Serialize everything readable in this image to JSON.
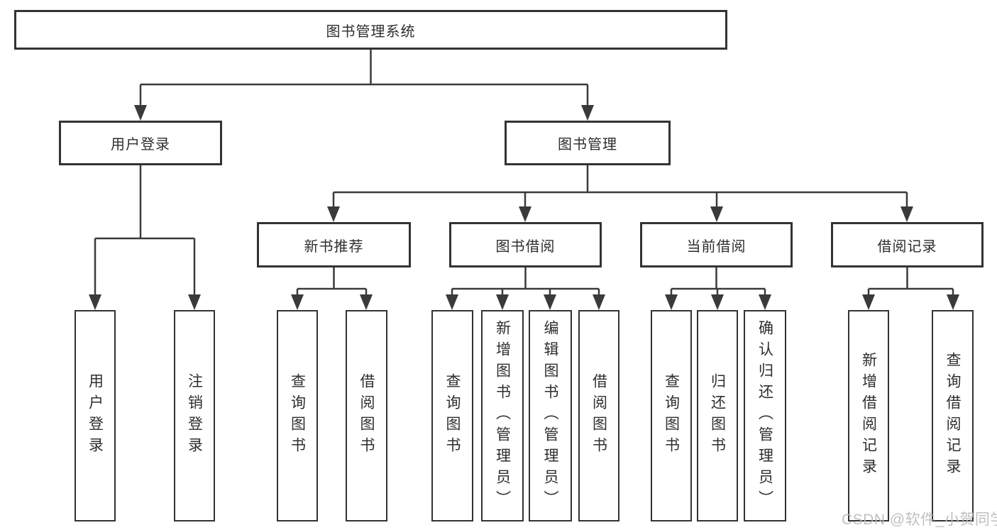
{
  "diagram": {
    "root": {
      "label": "图书管理系统"
    },
    "level2": [
      {
        "label": "用户登录"
      },
      {
        "label": "图书管理"
      }
    ],
    "level3": [
      {
        "label": "新书推荐"
      },
      {
        "label": "图书借阅"
      },
      {
        "label": "当前借阅"
      },
      {
        "label": "借阅记录"
      }
    ],
    "leaves": [
      {
        "label": "用户登录"
      },
      {
        "label": "注销登录"
      },
      {
        "label": "查询图书"
      },
      {
        "label": "借阅图书"
      },
      {
        "label": "查询图书"
      },
      {
        "label": "新增图书（管理员）"
      },
      {
        "label": "编辑图书（管理员）"
      },
      {
        "label": "借阅图书"
      },
      {
        "label": "查询图书"
      },
      {
        "label": "归还图书"
      },
      {
        "label": "确认归还（管理员）"
      },
      {
        "label": "新增借阅记录"
      },
      {
        "label": "查询借阅记录"
      }
    ]
  },
  "colors": {
    "line": "#3a3a3a",
    "border": "#333333",
    "text": "#2e2e2e",
    "watermark": "#b9b9b9"
  },
  "watermark": "CSDN @软件_小贺同学"
}
